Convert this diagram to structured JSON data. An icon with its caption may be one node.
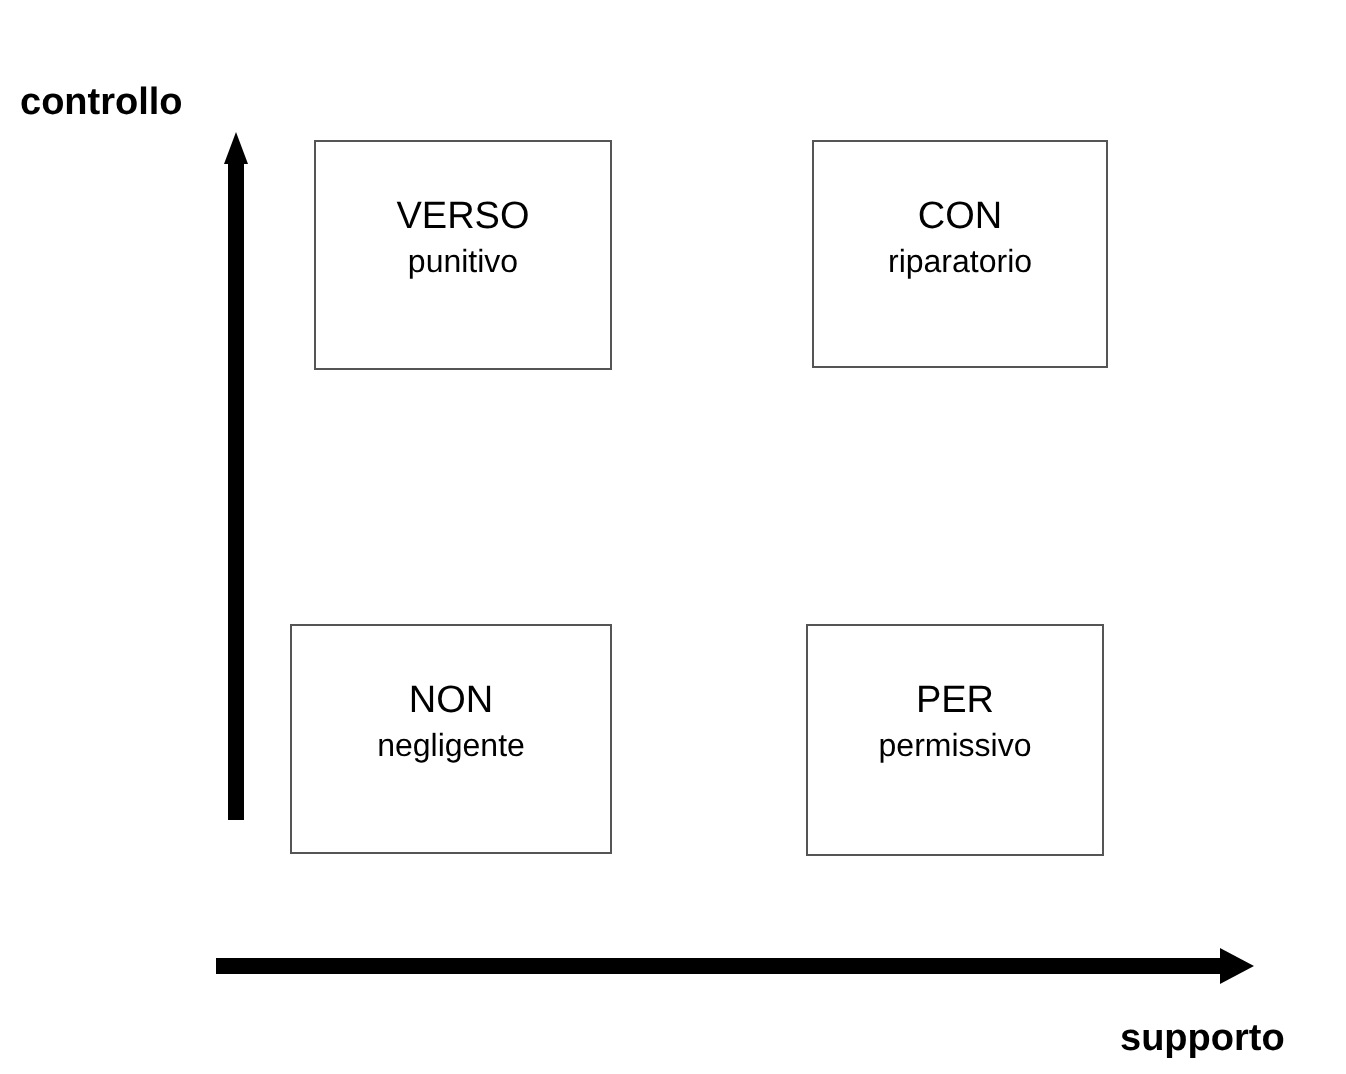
{
  "diagram": {
    "nodes": [
      {
        "text": [
          "VERSO",
          "punitivo"
        ]
      },
      {
        "text": [
          "CON",
          "riparatorio"
        ]
      },
      {
        "text": [
          "NON",
          "negligente"
        ]
      },
      {
        "text": [
          "PER",
          "permissivo"
        ]
      }
    ],
    "labels": [
      "controllo",
      "supporto"
    ]
  }
}
